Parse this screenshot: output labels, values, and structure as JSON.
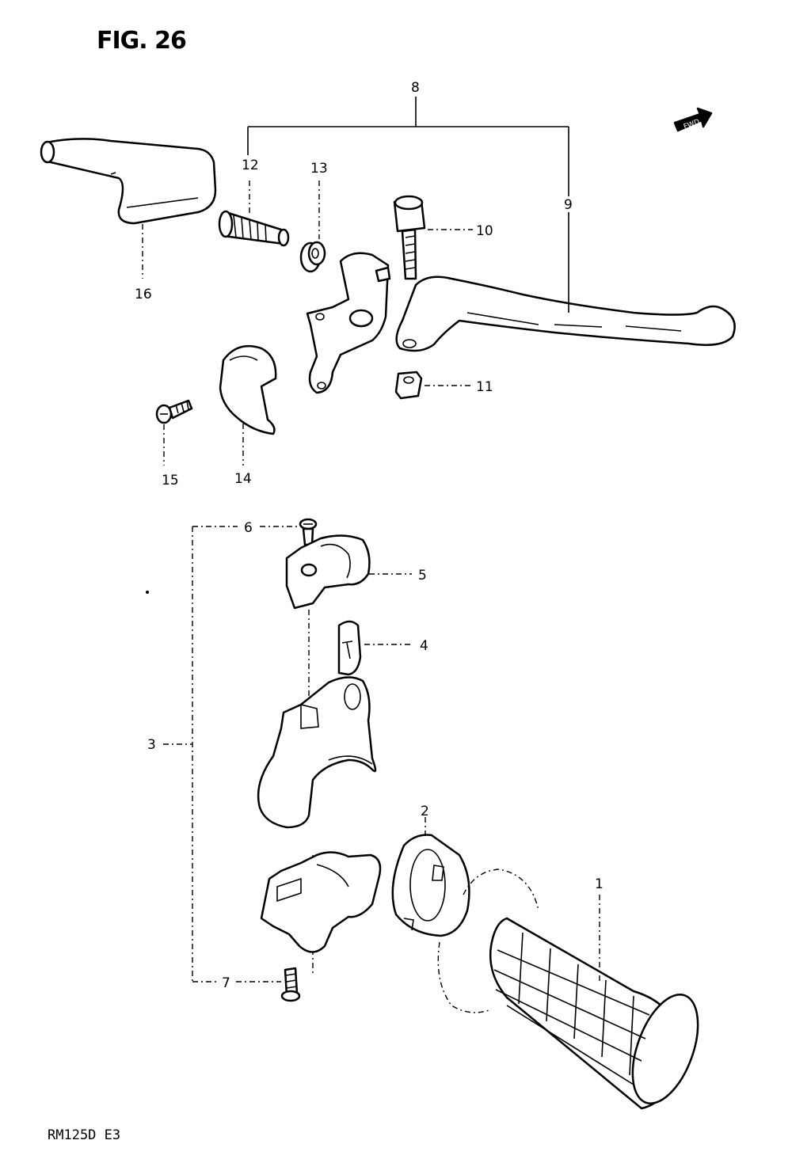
{
  "figure": {
    "title": "FIG. 26",
    "footer": "RM125D E3",
    "fwd_label": "FWD"
  },
  "callouts": {
    "c1": "1",
    "c2": "2",
    "c3": "3",
    "c4": "4",
    "c5": "5",
    "c6": "6",
    "c7": "7",
    "c8": "8",
    "c9": "9",
    "c10": "10",
    "c11": "11",
    "c12": "12",
    "c13": "13",
    "c14": "14",
    "c15": "15",
    "c16": "16"
  }
}
